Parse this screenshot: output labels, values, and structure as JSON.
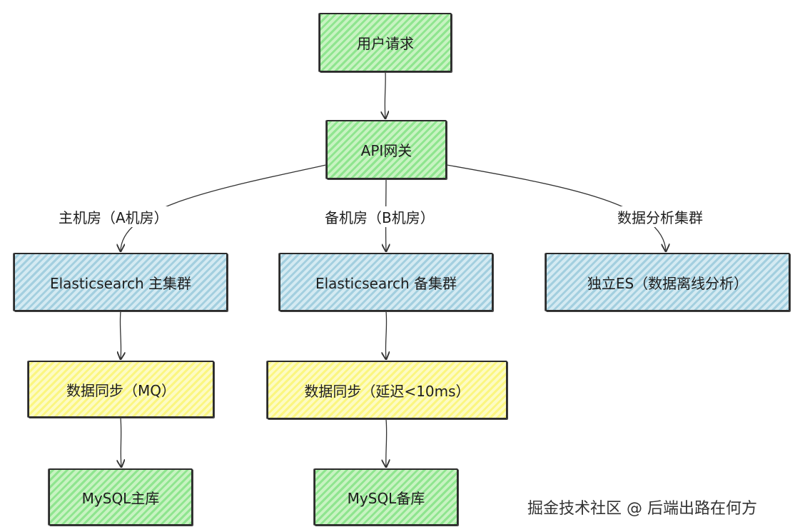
{
  "nodes": {
    "user_request": "用户请求",
    "api_gateway": "API网关",
    "es_primary": "Elasticsearch 主集群",
    "es_backup": "Elasticsearch 备集群",
    "es_offline": "独立ES（数据离线分析）",
    "sync_mq": "数据同步（MQ）",
    "sync_delay": "数据同步（延迟<10ms）",
    "mysql_primary": "MySQL主库",
    "mysql_backup": "MySQL备库"
  },
  "edge_labels": {
    "primary_room": "主机房（A机房）",
    "backup_room": "备机房（B机房）",
    "analysis_cluster": "数据分析集群"
  },
  "watermark": "掘金技术社区 @ 后端出路在何方",
  "colors": {
    "green": "#8fe58f",
    "blue": "#a3cfdf",
    "yellow": "#fbf680",
    "stroke": "#2b2b2b"
  }
}
